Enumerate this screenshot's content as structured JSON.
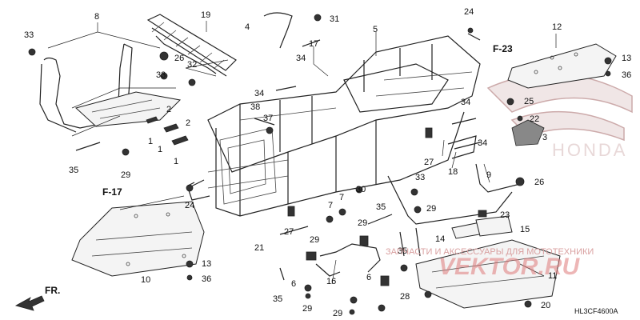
{
  "diagram_code": "HL3CF4600A",
  "section_refs": [
    "F-23",
    "F-17"
  ],
  "watermark": {
    "caption": "ЗАПЧАСТИ И АКСЕССУАРЫ ДЛЯ МОТОТЕХНИКИ",
    "brand": "VEKTOR.RU",
    "logo_text": "HONDA"
  },
  "direction": {
    "label": "FR."
  },
  "callouts": [
    "1",
    "2",
    "3",
    "4",
    "5",
    "6",
    "7",
    "8",
    "9",
    "10",
    "11",
    "12",
    "13",
    "14",
    "15",
    "16",
    "17",
    "18",
    "19",
    "20",
    "21",
    "22",
    "23",
    "24",
    "25",
    "26",
    "27",
    "28",
    "29",
    "30",
    "31",
    "32",
    "33",
    "34",
    "35",
    "36",
    "37",
    "38"
  ]
}
